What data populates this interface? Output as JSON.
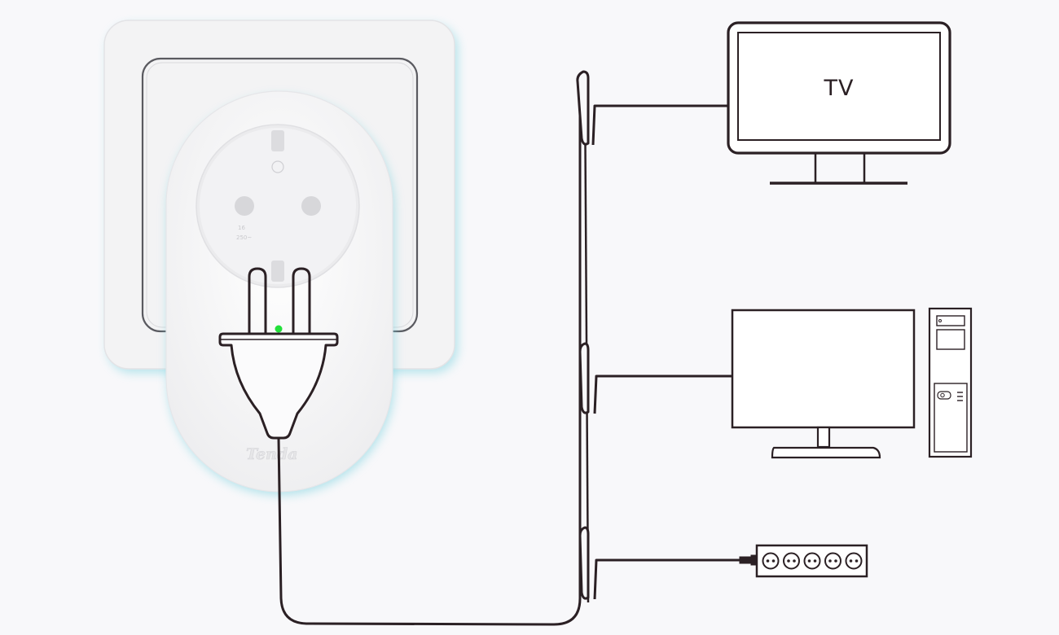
{
  "diagram": {
    "devices": [
      {
        "id": "tv",
        "label": "TV"
      },
      {
        "id": "computer",
        "label": ""
      },
      {
        "id": "power-strip",
        "label": ""
      }
    ],
    "adapter": {
      "brand": "Tenda",
      "rating_line1": "16",
      "rating_line2": "250~",
      "led_color": "#22e03a"
    },
    "colors": {
      "background": "#f8f8fa",
      "line": "#2b2024",
      "glow": "#7fd3e0",
      "plate": "#f3f3f4"
    }
  }
}
